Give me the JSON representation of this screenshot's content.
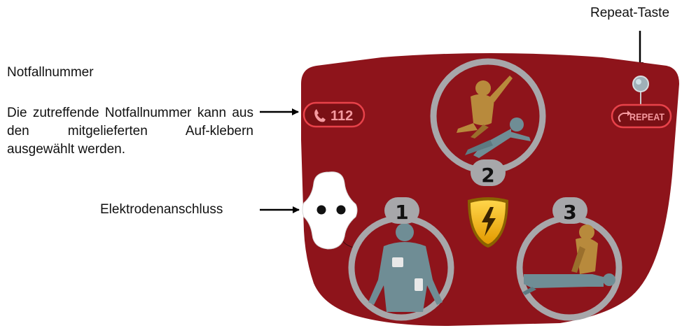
{
  "labels": {
    "repeat_key": "Repeat-Taste",
    "emergency_title": "Notfallnummer",
    "emergency_desc": "Die zutreffende Notfallnummer kann aus den mitgelieferten Auf-klebern ausgewählt werden.",
    "electrode_connector": "Elektrodenanschluss"
  },
  "device": {
    "emergency_number": "112",
    "repeat_button": "REPEAT",
    "steps": [
      "1",
      "2",
      "3"
    ]
  },
  "colors": {
    "panel": "#8e141b",
    "panel_dark": "#6e0d13",
    "ring": "#a7a7aa",
    "button_outline": "#e8424a",
    "button_text": "#f59aa0",
    "shock_yellow": "#f5b40a",
    "figure_rescuer": "#b88a3c",
    "figure_patient": "#6f8d95"
  },
  "icons": [
    "phone-icon",
    "lightning-icon",
    "repeat-arrow-icon",
    "led-indicator-icon"
  ]
}
